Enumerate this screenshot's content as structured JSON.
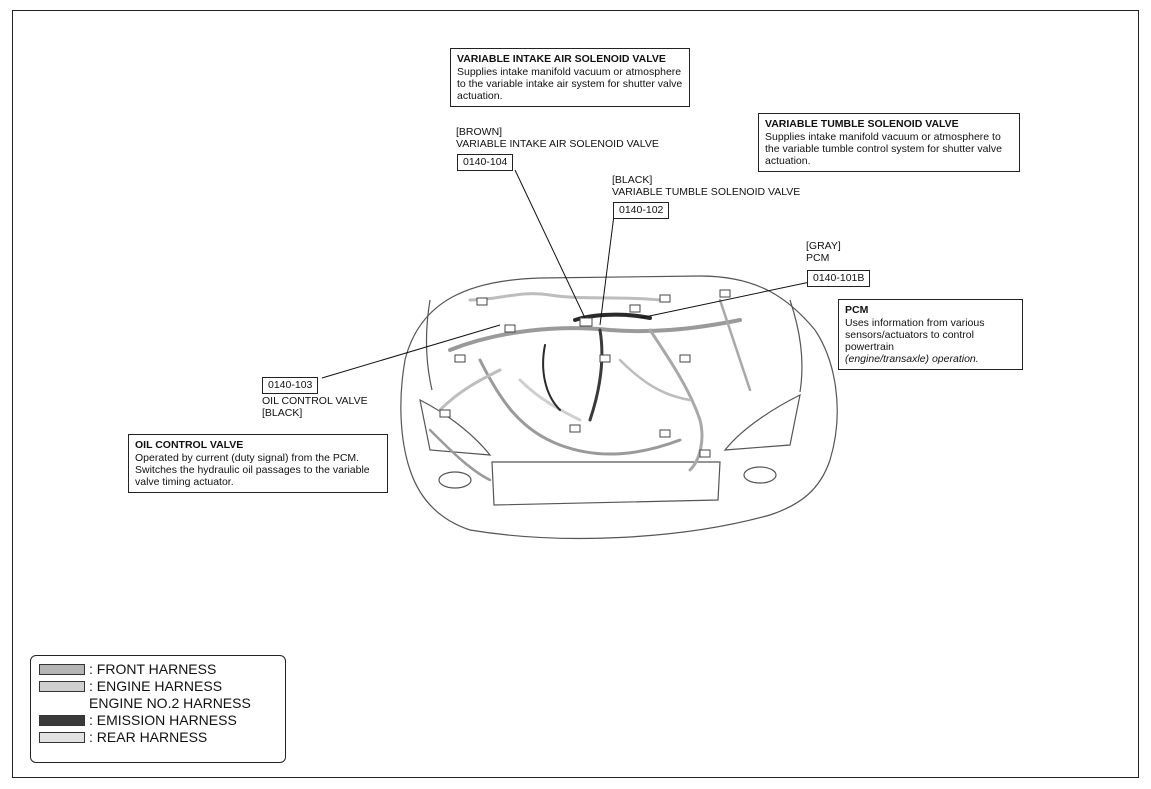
{
  "callouts": {
    "viasv": {
      "title": "VARIABLE INTAKE AIR SOLENOID VALVE",
      "desc": "Supplies intake manifold vacuum or atmosphere to the variable intake air system for shutter valve actuation."
    },
    "vtsv": {
      "title": "VARIABLE TUMBLE SOLENOID VALVE",
      "desc": "Supplies intake manifold vacuum or atmosphere to the variable tumble control system for shutter valve actuation."
    },
    "pcm": {
      "title": "PCM",
      "desc": "Uses information from various sensors/actuators to control powertrain",
      "desc_italic": "(engine/transaxle) operation."
    },
    "ocv": {
      "title": "OIL CONTROL VALVE",
      "desc": "Operated by current (duty signal) from the PCM. Switches the hydraulic oil passages  to the variable valve timing actuator."
    }
  },
  "connectors": {
    "viasv": {
      "color": "[BROWN]",
      "name": "VARIABLE INTAKE AIR SOLENOID VALVE",
      "code": "0140-104"
    },
    "vtsv": {
      "color": "[BLACK]",
      "name": "VARIABLE TUMBLE SOLENOID VALVE",
      "code": "0140-102"
    },
    "pcm": {
      "color": "[GRAY]",
      "name": "PCM",
      "code": "0140-101B"
    },
    "ocv": {
      "color": "[BLACK]",
      "name": "OIL CONTROL VALVE",
      "code": "0140-103"
    }
  },
  "legend": {
    "items": [
      {
        "label": ": FRONT HARNESS",
        "swatch": "#b4b4b4"
      },
      {
        "label": ": ENGINE HARNESS",
        "swatch": "#cfcfcf"
      },
      {
        "label": ": EMISSION HARNESS",
        "swatch": "#3a3a3a"
      },
      {
        "label": ": REAR HARNESS",
        "swatch": "#e2e2e2"
      }
    ],
    "engine_no2": "ENGINE NO.2 HARNESS"
  }
}
